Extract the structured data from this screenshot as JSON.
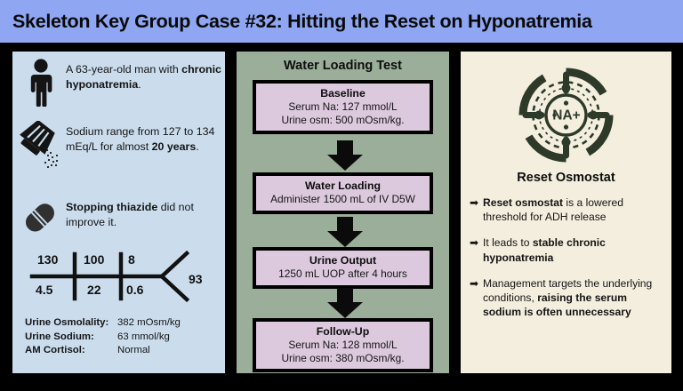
{
  "header": {
    "title": "Skeleton Key Group Case #32: Hitting the Reset on Hyponatremia",
    "background_color": "#8fa6f2"
  },
  "left_panel": {
    "background_color": "#cbdded",
    "facts": [
      {
        "icon": "person-icon",
        "text_plain": "A 63-year-old man with chronic hyponatremia.",
        "text_html": "A 63-year-old man with <b>chronic hyponatremia</b>."
      },
      {
        "icon": "salt-shaker-icon",
        "text_plain": "Sodium range from 127 to 134 mEq/L for almost 20 years.",
        "text_html": "Sodium range from 127 to 134 mEq/L for almost <b>20 years</b>."
      },
      {
        "icon": "pill-icon",
        "text_plain": "Stopping thiazide did not improve it.",
        "text_html": "<b>Stopping thiazide</b> did not improve it."
      }
    ],
    "fishbone": {
      "sodium": "130",
      "chloride": "100",
      "bun": "8",
      "potassium": "4.5",
      "bicarbonate": "22",
      "creatinine": "0.6",
      "glucose": "93"
    },
    "labs": [
      {
        "label": "Urine Osmolality:",
        "value": "382 mOsm/kg"
      },
      {
        "label": "Urine Sodium:",
        "value": "63 mmol/kg"
      },
      {
        "label": "AM Cortisol:",
        "value": "Normal"
      }
    ]
  },
  "middle_panel": {
    "background_color": "#9aae99",
    "box_color": "#ddc9de",
    "heading": "Water Loading Test",
    "steps": [
      {
        "title": "Baseline",
        "line1": "Serum Na: 127 mmol/L",
        "line2": "Urine osm: 500 mOsm/kg."
      },
      {
        "title": "Water Loading",
        "line1": "Administer 1500 mL of IV D5W",
        "line2": ""
      },
      {
        "title": "Urine Output",
        "line1": "1250 mL UOP after 4 hours",
        "line2": ""
      },
      {
        "title": "Follow-Up",
        "line1": "Serum Na: 128 mmol/L",
        "line2": "Urine osm: 380 mOsm/kg."
      }
    ]
  },
  "right_panel": {
    "background_color": "#f4eede",
    "emblem": {
      "icon": "sodium-osmostat-target-icon",
      "label": "NA+",
      "color": "#2d3a2a"
    },
    "caption": "Reset Osmostat",
    "bullets": [
      {
        "arrow": "➡",
        "text_plain": "Reset osmostat is a lowered threshold for ADH release",
        "text_html": "<b>Reset osmostat</b> is a lowered threshold for ADH release"
      },
      {
        "arrow": "➡",
        "text_plain": "It leads to stable chronic hyponatremia",
        "text_html": "It leads to <b>stable chronic hyponatremia</b>"
      },
      {
        "arrow": "➡",
        "text_plain": "Management targets the underlying conditions, raising the serum sodium is often unnecessary",
        "text_html": "Management targets the underlying conditions, <b>raising the serum sodium is often unnecessary</b>"
      }
    ]
  }
}
